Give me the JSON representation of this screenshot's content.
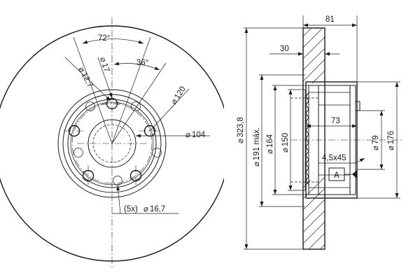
{
  "front_view": {
    "angle_top": "72°",
    "angle_side": "36°",
    "dim_hole_circle": "120",
    "dim_center_bore": "104",
    "dim_bolt_holes": "17",
    "dim_holes_small": "12,7",
    "dim_holes_callout": "(5x)",
    "dim_holes_callout_value": "16,7"
  },
  "side_view": {
    "dim_total_width": "81",
    "dim_hub_depth": "30",
    "dim_hub_height": "73",
    "dim_outer_diameter": "323,8",
    "dim_max_diameter": "191 máx.",
    "dim_164": "164",
    "dim_150": "150",
    "dim_79": "79",
    "dim_176": "176",
    "chamfer": "4,5x45",
    "datum_label": "A"
  },
  "symbols": {
    "diameter": "⌀"
  }
}
